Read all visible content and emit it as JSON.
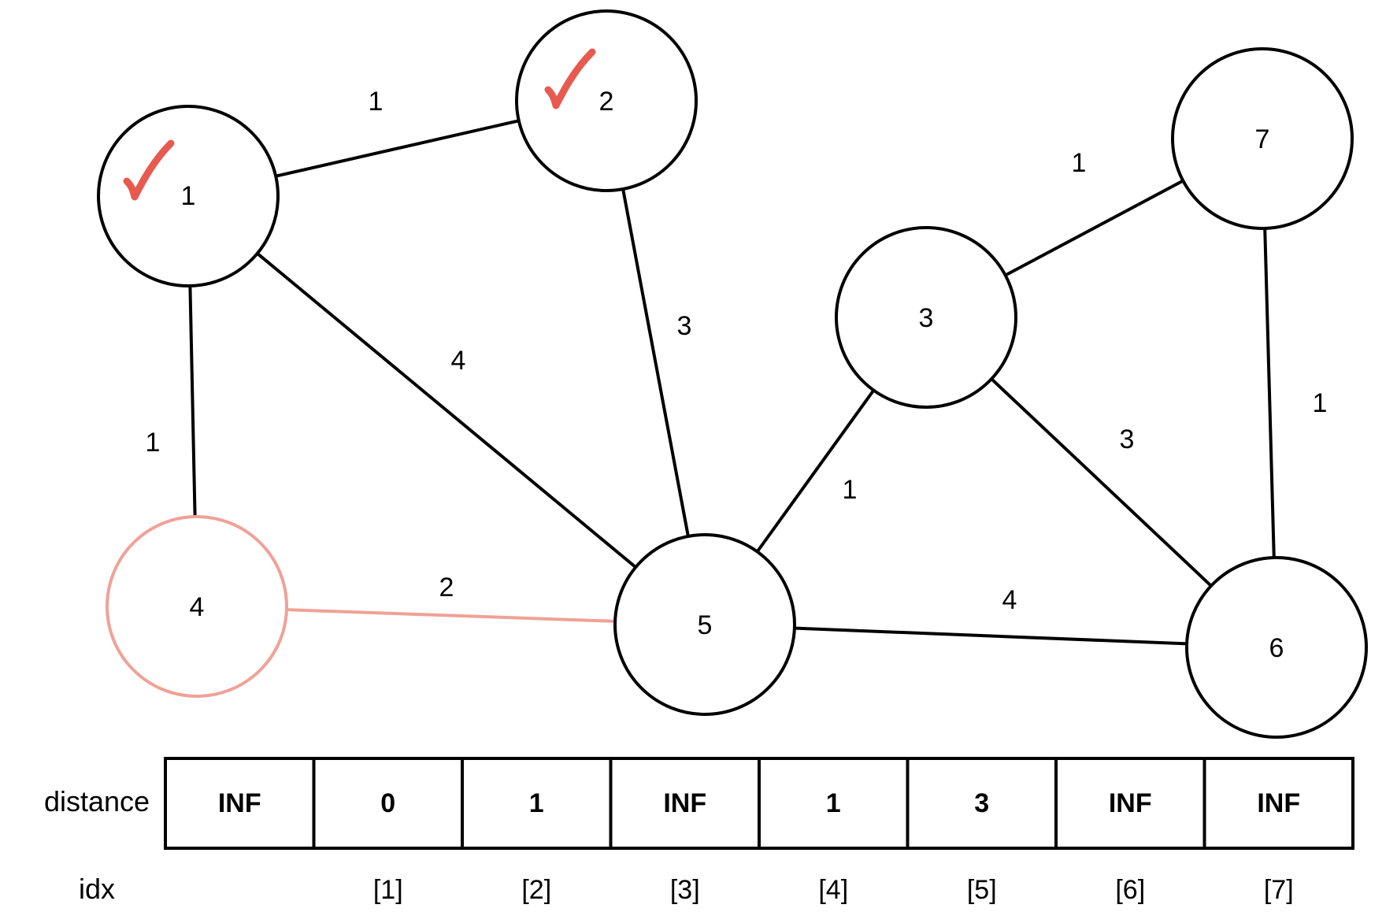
{
  "graph": {
    "nodes": [
      {
        "id": "1",
        "label": "1",
        "checked": true,
        "highlight": false
      },
      {
        "id": "2",
        "label": "2",
        "checked": true,
        "highlight": false
      },
      {
        "id": "3",
        "label": "3",
        "checked": false,
        "highlight": false
      },
      {
        "id": "4",
        "label": "4",
        "checked": false,
        "highlight": true
      },
      {
        "id": "5",
        "label": "5",
        "checked": false,
        "highlight": false
      },
      {
        "id": "6",
        "label": "6",
        "checked": false,
        "highlight": false
      },
      {
        "id": "7",
        "label": "7",
        "checked": false,
        "highlight": false
      }
    ],
    "edges": [
      {
        "from": "1",
        "to": "2",
        "weight": "1",
        "highlight": false
      },
      {
        "from": "1",
        "to": "4",
        "weight": "1",
        "highlight": false
      },
      {
        "from": "1",
        "to": "5",
        "weight": "4",
        "highlight": false
      },
      {
        "from": "2",
        "to": "5",
        "weight": "3",
        "highlight": false
      },
      {
        "from": "4",
        "to": "5",
        "weight": "2",
        "highlight": true
      },
      {
        "from": "5",
        "to": "3",
        "weight": "1",
        "highlight": false
      },
      {
        "from": "5",
        "to": "6",
        "weight": "4",
        "highlight": false
      },
      {
        "from": "3",
        "to": "7",
        "weight": "1",
        "highlight": false
      },
      {
        "from": "3",
        "to": "6",
        "weight": "3",
        "highlight": false
      },
      {
        "from": "7",
        "to": "6",
        "weight": "1",
        "highlight": false
      }
    ]
  },
  "table": {
    "distance_label": "distance",
    "idx_label": "idx",
    "cells": [
      "INF",
      "0",
      "1",
      "INF",
      "1",
      "3",
      "INF",
      "INF"
    ],
    "indices": [
      "",
      "[1]",
      "[2]",
      "[3]",
      "[4]",
      "[5]",
      "[6]",
      "[7]"
    ]
  },
  "colors": {
    "stroke": "#000000",
    "highlight": "#f0a197",
    "check": "#e85a4f"
  },
  "icons": {
    "check": "checkmark-icon"
  }
}
